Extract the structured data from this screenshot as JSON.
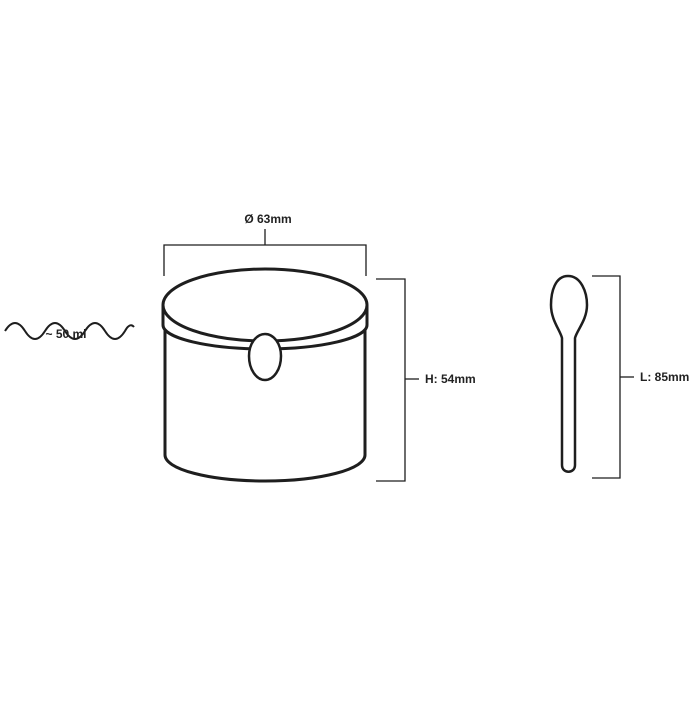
{
  "labels": {
    "volume": "~ 50 ml",
    "diameter": "Ø 63mm",
    "height": "H: 54mm",
    "length": "L: 85mm"
  },
  "colors": {
    "line": "#1e1e1e",
    "text": "#222222",
    "background": "#ffffff"
  },
  "icons": {
    "volume": "wave-icon"
  }
}
